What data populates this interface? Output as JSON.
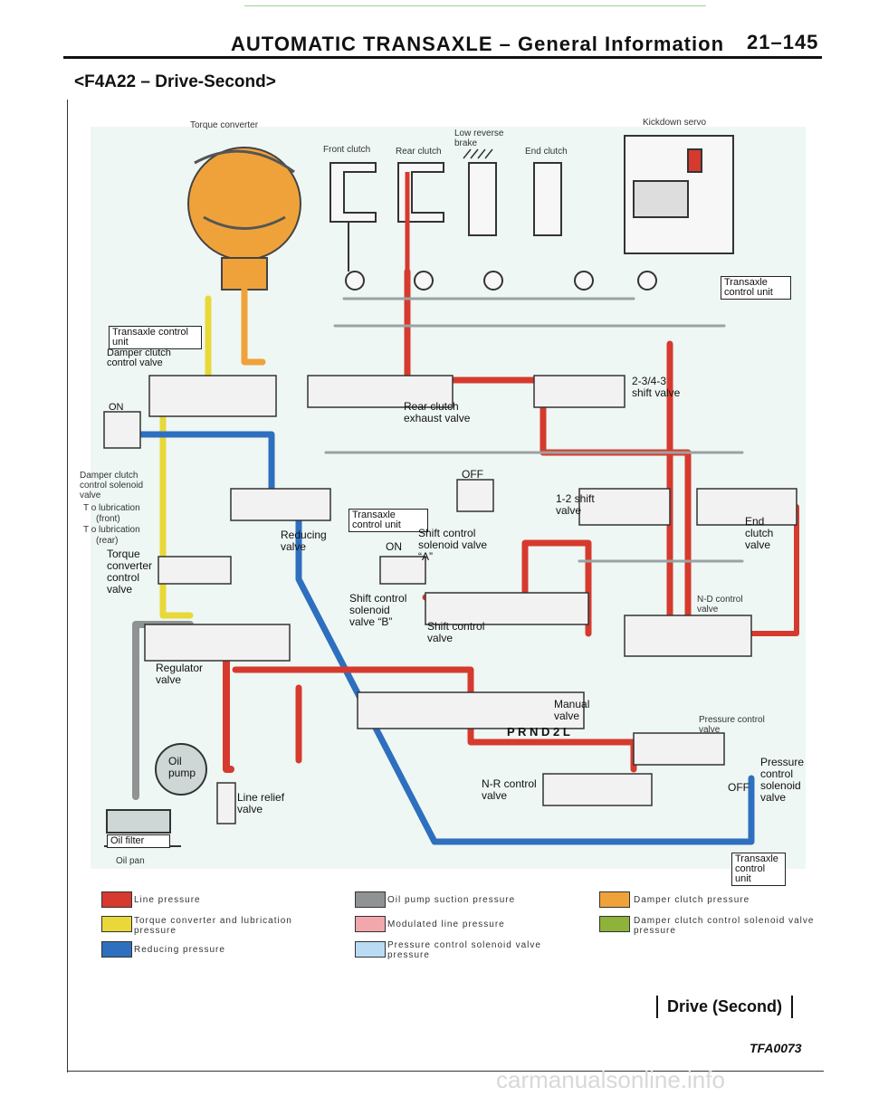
{
  "header": {
    "title": "AUTOMATIC TRANSAXLE – General Information",
    "page": "21–145"
  },
  "subtitle": "<F4A22 – Drive-Second>",
  "colors": {
    "line": "#d63a2e",
    "torque_converter": "#e8d83a",
    "reducing": "#2e6fbf",
    "oil_suction": "#8f9393",
    "modulated": "#f2a7ac",
    "pcs": "#b9dcf4",
    "damper": "#f0a23a",
    "damper_solenoid": "#8fb23a"
  },
  "components": {
    "torque_converter": "Torque converter",
    "front_clutch": "Front clutch",
    "rear_clutch": "Rear clutch",
    "low_reverse_brake": "Low reverse brake",
    "end_clutch": "End clutch",
    "kickdown_servo": "Kickdown servo",
    "transaxle_control_unit": "Transaxle control unit",
    "damper_clutch_control_valve": "Damper clutch control valve",
    "on_left": "ON",
    "damper_clutch_control_solenoid_valve": "Damper clutch control solenoid valve",
    "to_lubrication_front": "T o lubrication",
    "front": "(front)",
    "to_lubrication_rear": "T o lubrication",
    "rear": "(rear)",
    "torque_converter_control_valve": "Torque converter control valve",
    "regulator_valve": "Regulator valve",
    "oil_pump": "Oil pump",
    "oil_filter": "Oil filter",
    "oil_pan": "Oil pan",
    "line_relief_valve": "Line relief valve",
    "reducing_valve": "Reducing valve",
    "rear_clutch_exhaust_valve": "Rear clutch exhaust valve",
    "off_top": "OFF",
    "shift_control_solenoid_valve_a": "Shift control solenoid valve “A”",
    "on_mid": "ON",
    "shift_control_solenoid_valve_b": "Shift control solenoid valve “B”",
    "shift_control_valve": "Shift control valve",
    "shift_valve_12": "1-2 shift valve",
    "shift_valve_234_3": "2-3/4-3 shift valve",
    "end_clutch_valve": "End clutch valve",
    "nd_control_valve": "N-D control valve",
    "manual_valve": "Manual valve",
    "prnd2l": "P R N D 2 L",
    "pressure_control_valve": "Pressure control valve",
    "pressure_control_solenoid_valve": "Pressure control solenoid valve",
    "off_bottom": "OFF",
    "nr_control_valve": "N-R control valve"
  },
  "legend": [
    {
      "label": "Line pressure",
      "color": "#d63a2e"
    },
    {
      "label": "Torque converter and lubrication pressure",
      "color": "#e8d83a"
    },
    {
      "label": "Reducing pressure",
      "color": "#2e6fbf"
    },
    {
      "label": "Oil pump suction pressure",
      "color": "#8f9393"
    },
    {
      "label": "Modulated line pressure",
      "color": "#f2a7ac"
    },
    {
      "label": "Pressure control solenoid valve pressure",
      "color": "#b9dcf4"
    },
    {
      "label": "Damper clutch pressure",
      "color": "#f0a23a"
    },
    {
      "label": "Damper clutch control solenoid valve pressure",
      "color": "#8fb23a"
    }
  ],
  "footer": {
    "mode": "Drive (Second)",
    "code": "TFA0073"
  },
  "watermark": "carmanualsonline.info"
}
